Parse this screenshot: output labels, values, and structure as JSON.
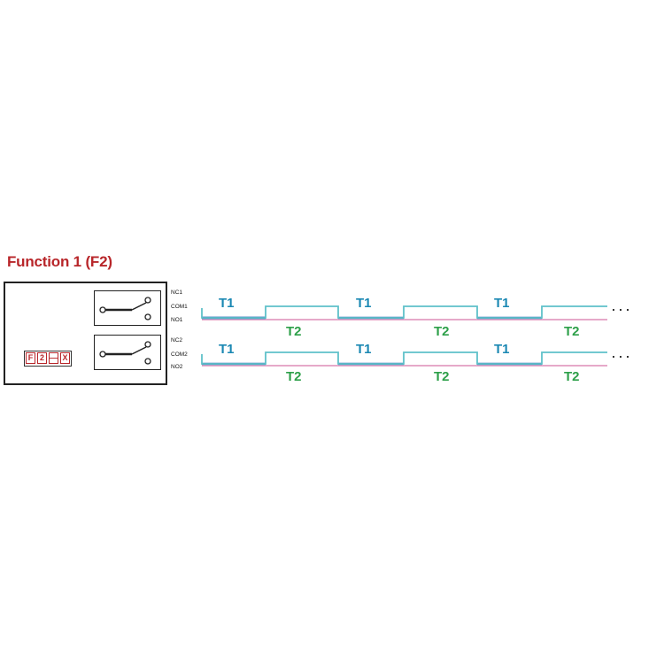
{
  "title": "Function 1 (F2)",
  "display_digits": [
    "F",
    "2",
    "—",
    "X"
  ],
  "relays": [
    {
      "pins": [
        "NC1",
        "COM1",
        "NO1"
      ]
    },
    {
      "pins": [
        "NC2",
        "COM2",
        "NO2"
      ]
    }
  ],
  "timing": {
    "t1_label": "T1",
    "t2_label": "T2",
    "continuation": "···"
  },
  "colors": {
    "title": "#b8262a",
    "t1": "#1b88b3",
    "t2": "#2ea04a",
    "nc_line": "#e6a9c9",
    "com_line": "#2e6fb7",
    "high_line": "#5fc1c9"
  }
}
